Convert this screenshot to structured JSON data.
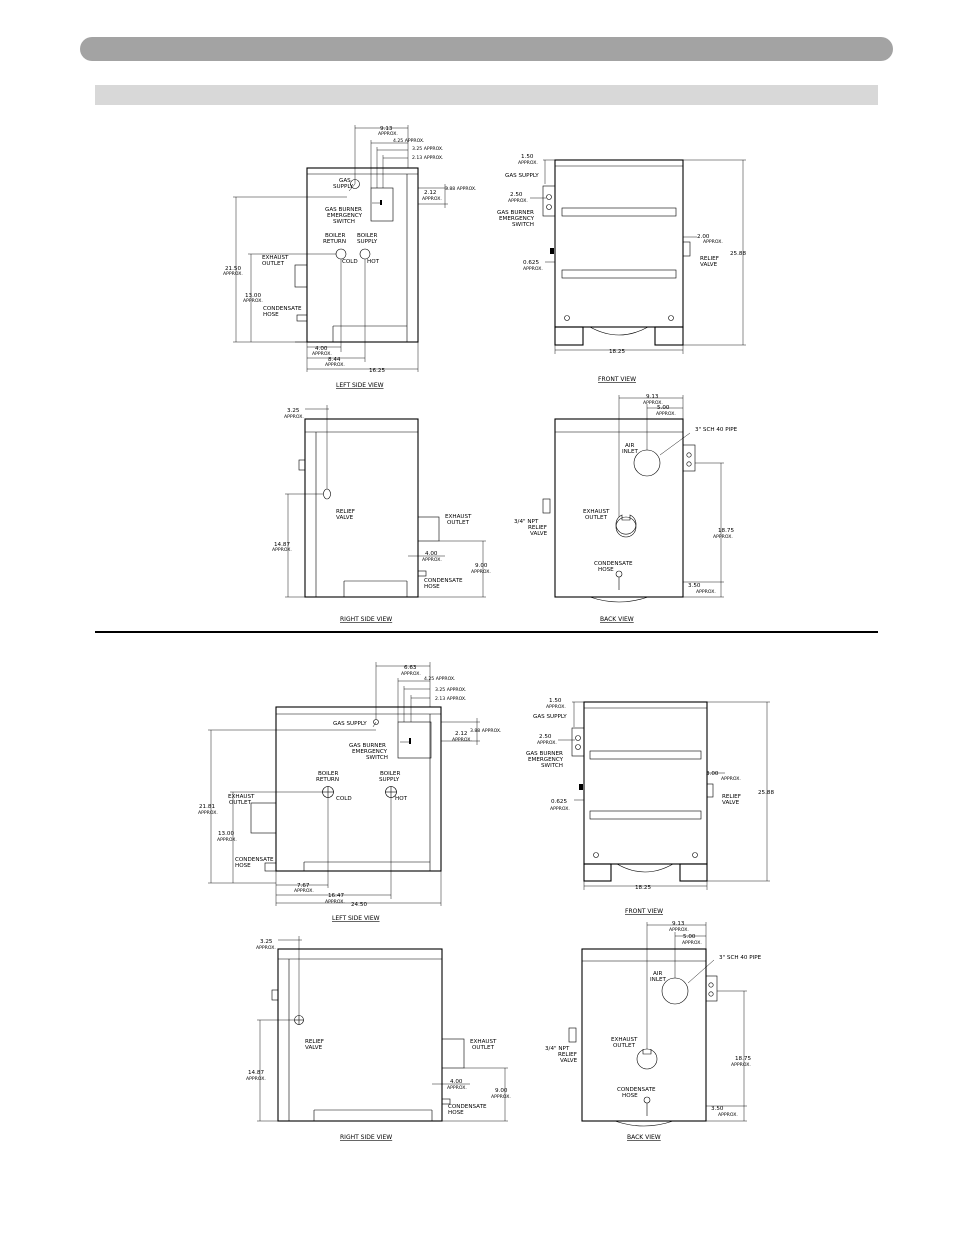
{
  "page": {
    "header_bar": "",
    "subheader_bar": ""
  },
  "model_a": {
    "left_side_view": {
      "caption": "LEFT SIDE VIEW",
      "dims": {
        "d_913": "9.13",
        "d_913_approx": "APPROX.",
        "d_425": "4.25 APPROX.",
        "d_325": "3.25 APPROX.",
        "d_213": "2.13 APPROX.",
        "d_388": "3.88 APPROX.",
        "d_212": "2.12",
        "d_212_approx": "APPROX.",
        "d_2150": "21.50",
        "d_2150_approx": "APPROX.",
        "d_1300": "13.00",
        "d_1300_approx": "APPROX.",
        "d_400": "4.00",
        "d_400_approx": "APPROX.",
        "d_844": "8.44",
        "d_844_approx": "APPROX.",
        "d_1625": "16.25"
      },
      "labels": {
        "gas_supply_1": "GAS",
        "gas_supply_2": "SUPPLY",
        "switch_1": "GAS BURNER",
        "switch_2": "EMERGENCY",
        "switch_3": "SWITCH",
        "return_1": "BOILER",
        "return_2": "RETURN",
        "supply_1": "BOILER",
        "supply_2": "SUPPLY",
        "exhaust_1": "EXHAUST",
        "exhaust_2": "OUTLET",
        "cold": "COLD",
        "hot": "HOT",
        "cond_1": "CONDENSATE",
        "cond_2": "HOSE"
      }
    },
    "front_view": {
      "caption": "FRONT VIEW",
      "dims": {
        "d_150": "1.50",
        "d_150_approx": "APPROX.",
        "d_250": "2.50",
        "d_250_approx": "APPROX.",
        "d_200": "2.00",
        "d_200_approx": "APPROX.",
        "d_0625": "0.625",
        "d_0625_approx": "APPROX.",
        "d_2588": "25.88",
        "d_1825": "18.25"
      },
      "labels": {
        "gas_supply": "GAS SUPPLY",
        "switch_1": "GAS BURNER",
        "switch_2": "EMERGENCY",
        "switch_3": "SWITCH",
        "relief_1": "RELIEF",
        "relief_2": "VALVE"
      }
    },
    "right_side_view": {
      "caption": "RIGHT SIDE VIEW",
      "dims": {
        "d_325": "3.25",
        "d_325_approx": "APPROX.",
        "d_1487": "14.87",
        "d_1487_approx": "APPROX.",
        "d_400": "4.00",
        "d_400_approx": "APPROX.",
        "d_900": "9.00",
        "d_900_approx": "APPROX."
      },
      "labels": {
        "relief_1": "RELIEF",
        "relief_2": "VALVE",
        "exhaust_1": "EXHAUST",
        "exhaust_2": "OUTLET",
        "cond_1": "CONDENSATE",
        "cond_2": "HOSE"
      }
    },
    "back_view": {
      "caption": "BACK VIEW",
      "dims": {
        "d_913": "9.13",
        "d_913_approx": "APPROX.",
        "d_500": "5.00",
        "d_500_approx": "APPROX.",
        "d_1875": "18.75",
        "d_1875_approx": "APPROX.",
        "d_350": "3.50",
        "d_350_approx": "APPROX."
      },
      "labels": {
        "pipe": "3\" SCH 40 PIPE",
        "air_1": "AIR",
        "air_2": "INLET",
        "exhaust_1": "EXHAUST",
        "exhaust_2": "OUTLET",
        "npt_1": "3/4\" NPT",
        "npt_2": "RELIEF",
        "npt_3": "VALVE",
        "cond_1": "CONDENSATE",
        "cond_2": "HOSE"
      }
    }
  },
  "model_b": {
    "left_side_view": {
      "caption": "LEFT SIDE VIEW",
      "dims": {
        "d_663": "6.63",
        "d_663_approx": "APPROX.",
        "d_425": "4.25 APPROX.",
        "d_325": "3.25 APPROX.",
        "d_213": "2.13 APPROX.",
        "d_388": "3.88 APPROX.",
        "d_212": "2.12",
        "d_212_approx": "APPROX.",
        "d_2181": "21.81",
        "d_2181_approx": "APPROX.",
        "d_1300": "13.00",
        "d_1300_approx": "APPROX.",
        "d_767": "7.67",
        "d_767_approx": "APPROX.",
        "d_1647": "16.47",
        "d_1647_approx": "APPROX.",
        "d_2450": "24.50"
      },
      "labels": {
        "gas_supply": "GAS SUPPLY",
        "switch_1": "GAS BURNER",
        "switch_2": "EMERGENCY",
        "switch_3": "SWITCH",
        "return_1": "BOILER",
        "return_2": "RETURN",
        "supply_1": "BOILER",
        "supply_2": "SUPPLY",
        "exhaust_1": "EXHAUST",
        "exhaust_2": "OUTLET",
        "cold": "COLD",
        "hot": "HOT",
        "cond_1": "CONDENSATE",
        "cond_2": "HOSE"
      }
    },
    "front_view": {
      "caption": "FRONT VIEW",
      "dims": {
        "d_150": "1.50",
        "d_150_approx": "APPROX.",
        "d_250": "2.50",
        "d_250_approx": "APPROX.",
        "d_300": "3.00",
        "d_300_approx": "APPROX.",
        "d_0625": "0.625",
        "d_0625_approx": "APPROX.",
        "d_2588": "25.88",
        "d_1825": "18.25"
      },
      "labels": {
        "gas_supply": "GAS SUPPLY",
        "switch_1": "GAS BURNER",
        "switch_2": "EMERGENCY",
        "switch_3": "SWITCH",
        "relief_1": "RELIEF",
        "relief_2": "VALVE"
      }
    },
    "right_side_view": {
      "caption": "RIGHT SIDE VIEW",
      "dims": {
        "d_325": "3.25",
        "d_325_approx": "APPROX.",
        "d_1487": "14.87",
        "d_1487_approx": "APPROX.",
        "d_400": "4.00",
        "d_400_approx": "APPROX.",
        "d_900": "9.00",
        "d_900_approx": "APPROX."
      },
      "labels": {
        "relief_1": "RELIEF",
        "relief_2": "VALVE",
        "exhaust_1": "EXHAUST",
        "exhaust_2": "OUTLET",
        "cond_1": "CONDENSATE",
        "cond_2": "HOSE"
      }
    },
    "back_view": {
      "caption": "BACK VIEW",
      "dims": {
        "d_913": "9.13",
        "d_913_approx": "APPROX.",
        "d_500": "5.00",
        "d_500_approx": "APPROX.",
        "d_1875": "18.75",
        "d_1875_approx": "APPROX.",
        "d_350": "3.50",
        "d_350_approx": "APPROX."
      },
      "labels": {
        "pipe": "3\" SCH 40 PIPE",
        "air_1": "AIR",
        "air_2": "INLET",
        "exhaust_1": "EXHAUST",
        "exhaust_2": "OUTLET",
        "npt_1": "3/4\" NPT",
        "npt_2": "RELIEF",
        "npt_3": "VALVE",
        "cond_1": "CONDENSATE",
        "cond_2": "HOSE"
      }
    }
  }
}
